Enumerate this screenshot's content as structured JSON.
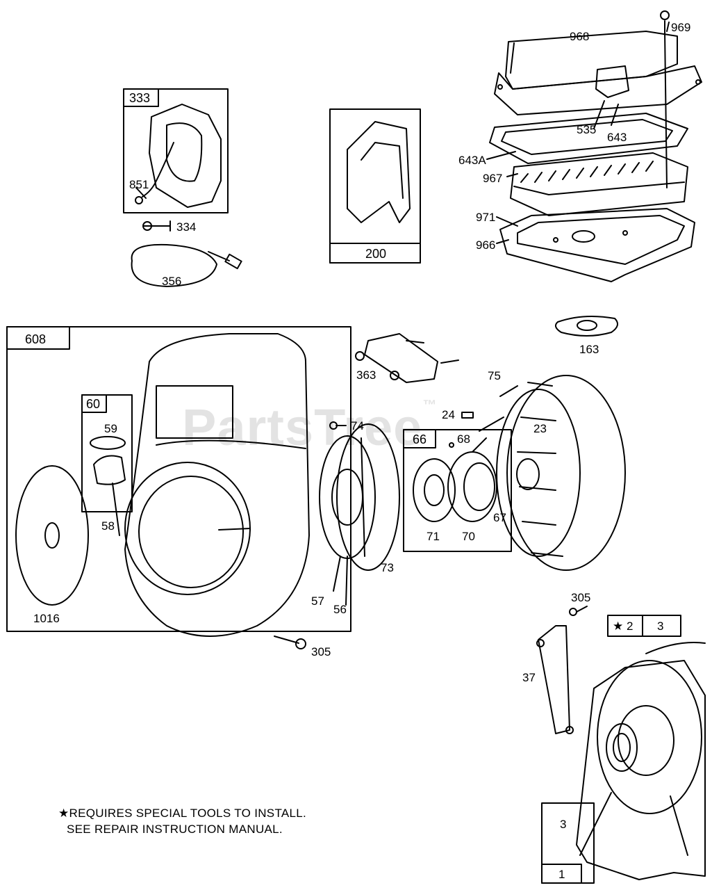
{
  "watermark": "PartsTree",
  "watermark_mark": "™",
  "footnote": {
    "line1": "★REQUIRES SPECIAL TOOLS TO INSTALL.",
    "line2": "SEE REPAIR INSTRUCTION MANUAL."
  },
  "boxes": {
    "ignition": "333",
    "kit_200": "200",
    "housing": "608",
    "handle": "60",
    "starter": "66",
    "seal_a": "★ 2",
    "seal_b": "3",
    "sump": "1"
  },
  "labels": {
    "p968": "968",
    "p969": "969",
    "p535": "535",
    "p643": "643",
    "p643a": "643A",
    "p967": "967",
    "p971": "971",
    "p966": "966",
    "p163": "163",
    "p851": "851",
    "p334": "334",
    "p356": "356",
    "p363": "363",
    "p75": "75",
    "p24": "24",
    "p23": "23",
    "p74": "74",
    "p68": "68",
    "p59": "59",
    "p58": "58",
    "p71": "71",
    "p70": "70",
    "p67": "67",
    "p73": "73",
    "p57": "57",
    "p56": "56",
    "p1016": "1016",
    "p305a": "305",
    "p305b": "305",
    "p37": "37",
    "p3": "3"
  }
}
